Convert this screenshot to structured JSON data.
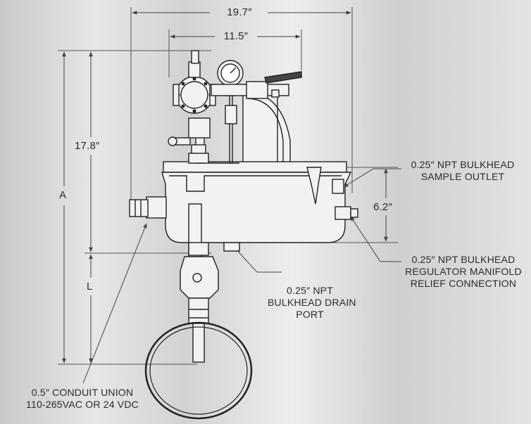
{
  "dimensions": {
    "overall_width": "19.7″",
    "manifold_width": "11.5″",
    "upper_height": "17.8″",
    "total_height": "A",
    "insertion_length": "L",
    "outlet_offset": "6.2″"
  },
  "callouts": {
    "sample_outlet": [
      "0.25″ NPT BULKHEAD",
      "SAMPLE OUTLET"
    ],
    "relief_connection": [
      "0.25″ NPT BULKHEAD",
      "REGULATOR MANIFOLD",
      "RELIEF CONNECTION"
    ],
    "drain_port": [
      "0.25″ NPT",
      "BULKHEAD DRAIN",
      "PORT"
    ],
    "conduit_union": [
      "0.5″ CONDUIT UNION",
      "110-265VAC OR 24 VDC"
    ]
  }
}
